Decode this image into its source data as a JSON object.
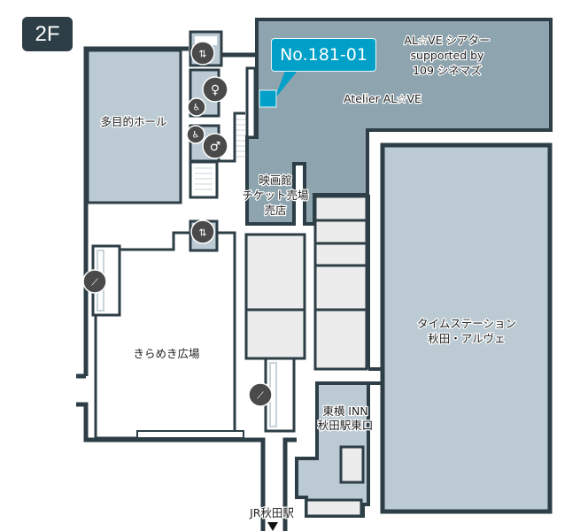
{
  "floor": "2F",
  "marker": {
    "label": "No.181-01",
    "color": "#00a0c8"
  },
  "colors": {
    "wall": "#2d3e46",
    "room_light": "#bccbd3",
    "room_dark": "#8ea4ae",
    "shop": "#ececec",
    "icon": "#4a4a4a"
  },
  "rooms": {
    "multipurpose_hall": "多目的ホール",
    "theater_line1": "AL☆VE シアター",
    "theater_line2": "supported by",
    "theater_line3": "109 シネマズ",
    "atelier": "Atelier AL☆VE",
    "ticket_line1": "映画館",
    "ticket_line2": "チケット売場",
    "ticket_line3": "売店",
    "plaza": "きらめき広場",
    "time_station_line1": "タイムステーション",
    "time_station_line2": "秋田・アルヴェ",
    "inn_line1": "東横 INN",
    "inn_line2": "秋田駅東口",
    "jr_station": "JR秋田駅"
  },
  "icons": [
    "elevator-icon",
    "restroom-female-icon",
    "restroom-male-icon",
    "wheelchair-icon",
    "escalator-icon",
    "arrow-down-icon"
  ]
}
